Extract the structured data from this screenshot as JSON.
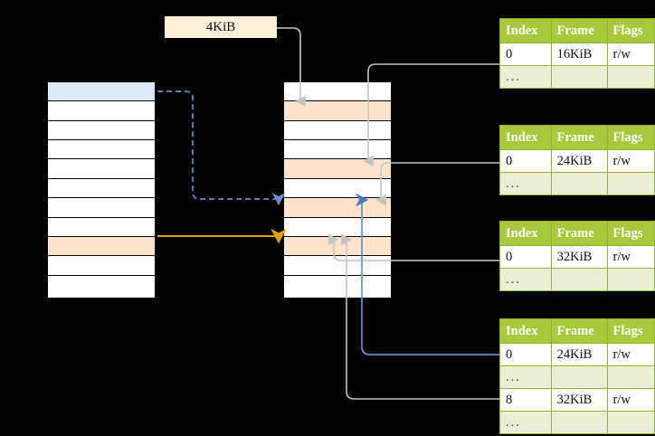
{
  "diagram": {
    "title_box": {
      "label": "4KiB"
    },
    "colors": {
      "header_green": "#a9c93c",
      "ellipsis_green": "#e9eed5",
      "highlight_yellow": "#fbf6a8",
      "peach": "#fde3cd",
      "blue_fill": "#dce9f9",
      "orange_arrow": "#e0a106",
      "blue_arrow": "#6a90c8",
      "gray_arrow": "#c8c8c8",
      "background": "#000000"
    },
    "virtual_column": {
      "name": "virtual-address-column",
      "row_count": 11,
      "rows": [
        {
          "fill": "blue"
        },
        {
          "fill": "white"
        },
        {
          "fill": "white"
        },
        {
          "fill": "white"
        },
        {
          "fill": "white"
        },
        {
          "fill": "white"
        },
        {
          "fill": "white"
        },
        {
          "fill": "white"
        },
        {
          "fill": "peach"
        },
        {
          "fill": "white"
        },
        {
          "fill": "white"
        }
      ]
    },
    "physical_column": {
      "name": "physical-memory-column",
      "row_count": 11,
      "rows": [
        {
          "fill": "white"
        },
        {
          "fill": "peach"
        },
        {
          "fill": "white"
        },
        {
          "fill": "white"
        },
        {
          "fill": "peach"
        },
        {
          "fill": "white"
        },
        {
          "fill": "peach"
        },
        {
          "fill": "white"
        },
        {
          "fill": "peach"
        },
        {
          "fill": "white"
        },
        {
          "fill": "white"
        }
      ]
    },
    "page_tables": [
      {
        "name": "page-table-level-1",
        "columns": [
          "Index",
          "Frame",
          "Flags"
        ],
        "rows": [
          {
            "type": "data",
            "index": "0",
            "frame": "16KiB",
            "flags": "r/w",
            "highlight": false
          },
          {
            "type": "ellipsis",
            "index": "...",
            "frame": "",
            "flags": ""
          }
        ]
      },
      {
        "name": "page-table-level-2",
        "columns": [
          "Index",
          "Frame",
          "Flags"
        ],
        "rows": [
          {
            "type": "data",
            "index": "0",
            "frame": "24KiB",
            "flags": "r/w",
            "highlight": false
          },
          {
            "type": "ellipsis",
            "index": "...",
            "frame": "",
            "flags": ""
          }
        ]
      },
      {
        "name": "page-table-level-3",
        "columns": [
          "Index",
          "Frame",
          "Flags"
        ],
        "rows": [
          {
            "type": "data",
            "index": "0",
            "frame": "32KiB",
            "flags": "r/w",
            "highlight": false
          },
          {
            "type": "ellipsis",
            "index": "...",
            "frame": "",
            "flags": ""
          }
        ]
      },
      {
        "name": "page-table-level-4",
        "columns": [
          "Index",
          "Frame",
          "Flags"
        ],
        "rows": [
          {
            "type": "data",
            "index": "0",
            "frame": "24KiB",
            "flags": "r/w",
            "highlight": true
          },
          {
            "type": "ellipsis",
            "index": "...",
            "frame": "",
            "flags": ""
          },
          {
            "type": "data",
            "index": "8",
            "frame": "32KiB",
            "flags": "r/w",
            "highlight": false
          },
          {
            "type": "ellipsis",
            "index": "...",
            "frame": "",
            "flags": ""
          }
        ]
      }
    ]
  }
}
